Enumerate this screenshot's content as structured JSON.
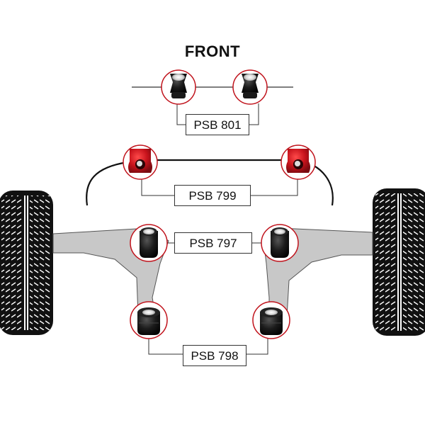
{
  "title": "FRONT",
  "parts": {
    "psb801": "PSB 801",
    "psb799": "PSB 799",
    "psb797": "PSB 797",
    "psb798": "PSB 798"
  },
  "colors": {
    "arm": "#c8c8c8",
    "bush_black": "#161616",
    "bush_red": "#c0121b",
    "callout_ring": "#c0121b",
    "tyre": "#111111"
  }
}
